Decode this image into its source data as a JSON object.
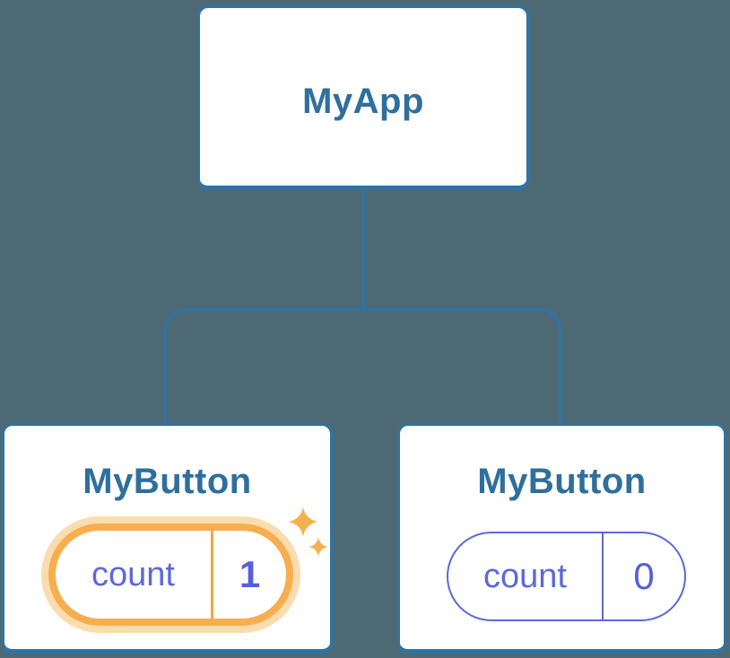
{
  "diagram": {
    "description": "React component tree showing state update",
    "root": {
      "label": "MyApp"
    },
    "children": [
      {
        "label": "MyButton",
        "state": {
          "name": "count",
          "value": "1"
        },
        "highlighted": true
      },
      {
        "label": "MyButton",
        "state": {
          "name": "count",
          "value": "0"
        },
        "highlighted": false
      }
    ],
    "colors": {
      "background": "#4d6974",
      "connector_line": "#2e73a5",
      "card_border": "#2e73a5",
      "card_background": "#ffffff",
      "node_label_text": "#2e6f9e",
      "state_text": "#5c68db",
      "state_value_text": "#5560d8",
      "highlight_ring": "#f6ae4f",
      "highlight_glow": "#fbdcae",
      "sparkle": "#f7b04e"
    }
  }
}
